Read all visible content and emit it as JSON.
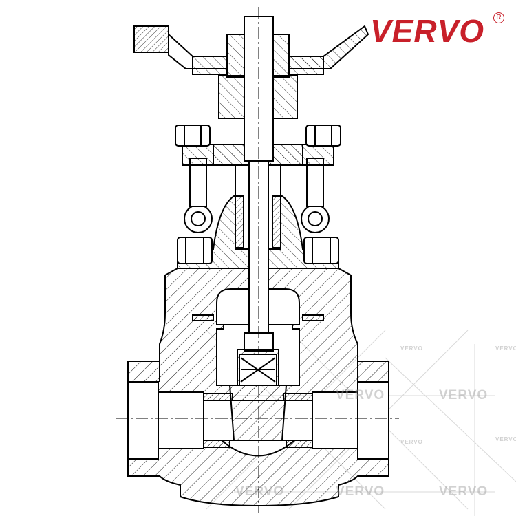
{
  "brand": {
    "name": "VERVO",
    "registered_mark": "R",
    "color": "#c8202a"
  },
  "watermark": {
    "text": "VERVO",
    "color": "#9a9a9a"
  },
  "drawing": {
    "line_color": "#000000",
    "hatch_color": "#000000",
    "background": "#ffffff"
  }
}
